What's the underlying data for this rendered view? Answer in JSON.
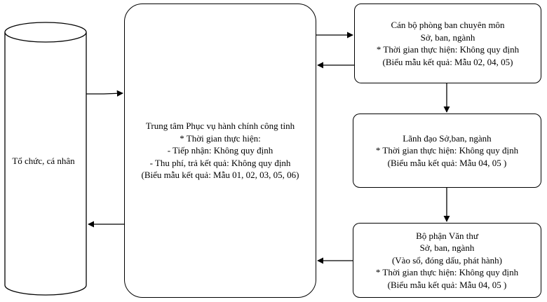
{
  "actor": {
    "label": "Tổ chức, cá nhân"
  },
  "center": {
    "lines": [
      "Trung tâm Phục vụ hành chính công tỉnh",
      "* Thời gian thực hiện:",
      "- Tiếp nhận: Không quy định",
      "- Thu phí, trả kết quả: Không quy định",
      "(Biểu mẫu kết quả: Mẫu 01, 02, 03, 05, 06)"
    ]
  },
  "steps": [
    {
      "lines": [
        "Cán bộ phòng ban chuyên môn",
        "Sở, ban, ngành",
        "* Thời gian thực hiện: Không quy định",
        "(Biểu mẫu kết quả: Mẫu 02, 04, 05)"
      ]
    },
    {
      "lines": [
        "Lãnh đạo Sở,ban, ngành",
        "* Thời gian thực hiện: Không quy định",
        "(Biểu mẫu kết quả: Mẫu 04, 05 )"
      ]
    },
    {
      "lines": [
        "Bộ phận Văn thư",
        "Sở, ban, ngành",
        "(Vào sổ, đóng dấu, phát hành)",
        "* Thời gian thực hiện: Không quy định",
        "(Biểu mẫu kết quả: Mẫu 04, 05 )"
      ]
    }
  ]
}
